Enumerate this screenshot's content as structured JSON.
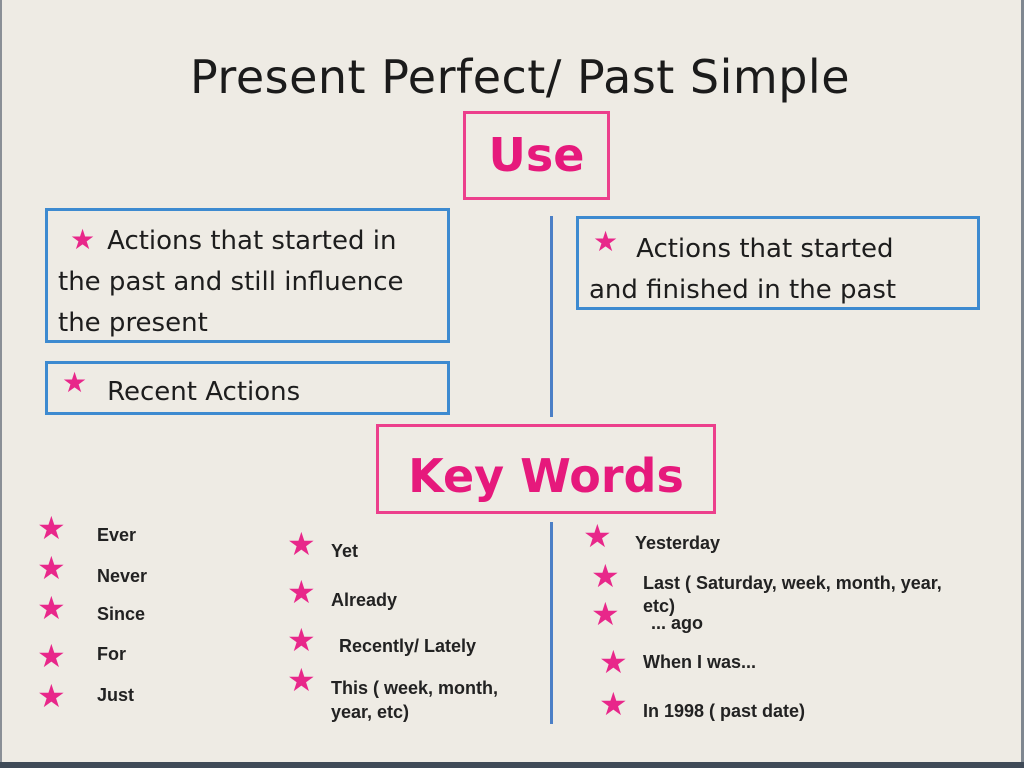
{
  "title": "Present Perfect/ Past Simple",
  "headings": {
    "use": "Use",
    "key_words": "Key Words"
  },
  "use": {
    "present_perfect": {
      "box1": [
        "Actions that started in",
        "the past and still influence",
        "the present"
      ],
      "box2": "Recent  Actions"
    },
    "past_simple": {
      "box1": [
        "Actions that started",
        "and finished in the past"
      ]
    }
  },
  "key_words": {
    "col1": [
      "Ever",
      "Never",
      "Since",
      "For",
      "Just"
    ],
    "col2": [
      "Yet",
      "Already",
      "Recently/ Lately",
      "This ( week, month,",
      "year, etc)"
    ],
    "col3": [
      "Yesterday",
      "Last ( Saturday, week, month, year,",
      "etc)",
      "... ago",
      "When I was...",
      "In 1998 ( past date)"
    ]
  },
  "icon": "star-icon",
  "colors": {
    "accent_pink": "#e6197c",
    "box_pink": "#ec3f8c",
    "box_blue": "#3d8ad0",
    "divider_blue": "#4b7fc6",
    "background": "#eeebe4"
  }
}
